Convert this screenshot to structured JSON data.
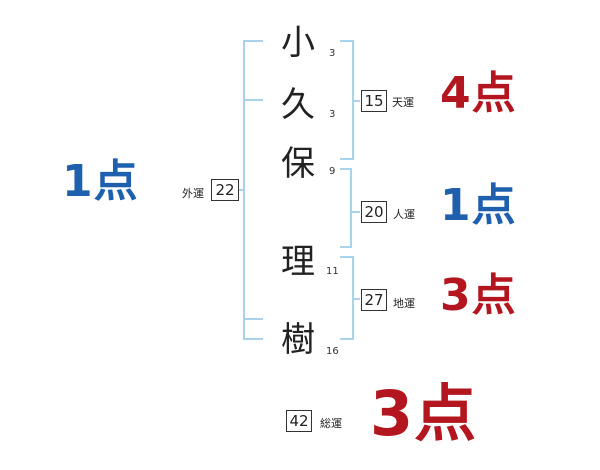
{
  "name": {
    "chars": [
      {
        "char": "小",
        "strokes": "3"
      },
      {
        "char": "久",
        "strokes": "3"
      },
      {
        "char": "保",
        "strokes": "9"
      },
      {
        "char": "理",
        "strokes": "11"
      },
      {
        "char": "樹",
        "strokes": "16"
      }
    ]
  },
  "fortunes": {
    "gaiun": {
      "label": "外運",
      "number": "22",
      "score": "1点"
    },
    "tenun": {
      "label": "天運",
      "number": "15",
      "score": "4点"
    },
    "jinun": {
      "label": "人運",
      "number": "20",
      "score": "1点"
    },
    "chiun": {
      "label": "地運",
      "number": "27",
      "score": "3点"
    },
    "souun": {
      "label": "総運",
      "number": "42",
      "score": "3点"
    }
  },
  "colors": {
    "good": "#b3161e",
    "bad": "#1e5fae",
    "bracket": "#a9d3ea"
  }
}
